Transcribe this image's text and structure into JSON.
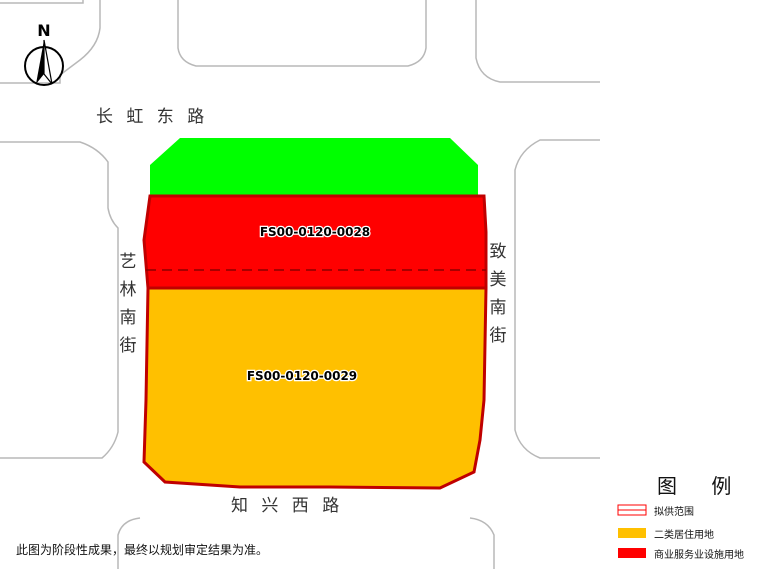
{
  "compass": {
    "north_label": "N",
    "icon": "north-arrow-icon"
  },
  "roads": {
    "north": "长 虹 东 路",
    "south": "知 兴 西 路",
    "west": [
      "艺",
      "林",
      "南",
      "街"
    ],
    "east": [
      "致",
      "美",
      "南",
      "街"
    ]
  },
  "parcels": [
    {
      "code": "FS00-0120-0028",
      "use": "商业服务业设施用地",
      "color": "#ff0000"
    },
    {
      "code": "FS00-0120-0029",
      "use": "二类居住用地",
      "color": "#ffc000"
    }
  ],
  "green_area_color": "#00ff00",
  "boundary_color": "#c00000",
  "legend": {
    "title": "图 例",
    "items": [
      {
        "label": "拟供范围",
        "style": "boundary-line",
        "color": "#ff0000"
      },
      {
        "label": "二类居住用地",
        "style": "fill",
        "color": "#ffc000"
      },
      {
        "label": "商业服务业设施用地",
        "style": "fill",
        "color": "#ff0000"
      }
    ]
  },
  "note": "此图为阶段性成果，最终以规划审定结果为准。"
}
